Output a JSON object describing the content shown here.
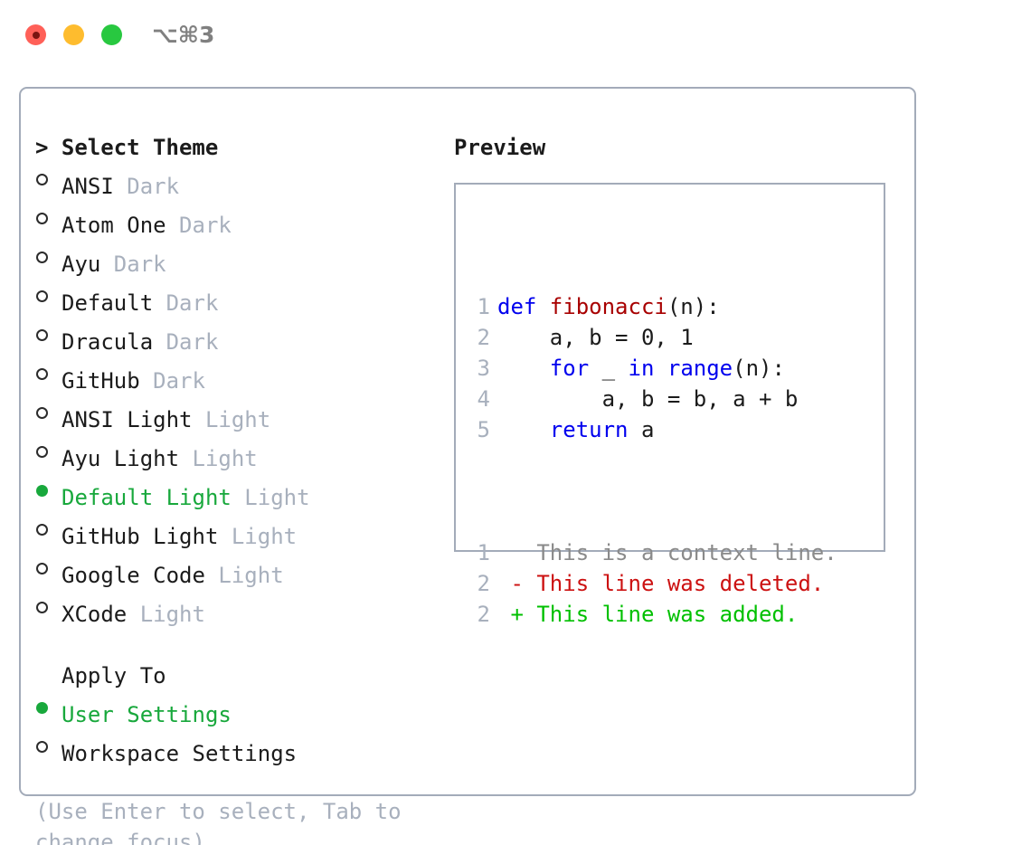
{
  "window": {
    "title": "⌥⌘3",
    "traffic_lights": [
      {
        "name": "close-button",
        "color": "#ff6058"
      },
      {
        "name": "minimize-button",
        "color": "#febc2e"
      },
      {
        "name": "maximize-button",
        "color": "#28c840"
      }
    ]
  },
  "theme_section": {
    "heading": "> Select Theme",
    "items": [
      {
        "marker": "o",
        "selected": false,
        "label": "ANSI",
        "suffix": "Dark"
      },
      {
        "marker": "o",
        "selected": false,
        "label": "Atom One",
        "suffix": "Dark"
      },
      {
        "marker": "o",
        "selected": false,
        "label": "Ayu",
        "suffix": "Dark"
      },
      {
        "marker": "o",
        "selected": false,
        "label": "Default",
        "suffix": "Dark"
      },
      {
        "marker": "o",
        "selected": false,
        "label": "Dracula",
        "suffix": "Dark"
      },
      {
        "marker": "o",
        "selected": false,
        "label": "GitHub",
        "suffix": "Dark"
      },
      {
        "marker": "o",
        "selected": false,
        "label": "ANSI Light",
        "suffix": "Light"
      },
      {
        "marker": "o",
        "selected": false,
        "label": "Ayu Light",
        "suffix": "Light"
      },
      {
        "marker": "●",
        "selected": true,
        "label": "Default Light",
        "suffix": "Light"
      },
      {
        "marker": "o",
        "selected": false,
        "label": "GitHub Light",
        "suffix": "Light"
      },
      {
        "marker": "o",
        "selected": false,
        "label": "Google Code",
        "suffix": "Light"
      },
      {
        "marker": "o",
        "selected": false,
        "label": "XCode",
        "suffix": "Light"
      }
    ]
  },
  "apply_section": {
    "heading": "Apply To",
    "items": [
      {
        "marker": "●",
        "selected": true,
        "label": "User Settings",
        "suffix": ""
      },
      {
        "marker": "o",
        "selected": false,
        "label": "Workspace Settings",
        "suffix": ""
      }
    ]
  },
  "hint": "(Use Enter to select, Tab to change focus)",
  "preview": {
    "title": "Preview",
    "code_lines": [
      {
        "num": "1",
        "segments": [
          {
            "text": "def ",
            "kind": "kw"
          },
          {
            "text": "fibonacci",
            "kind": "fn"
          },
          {
            "text": "(n):",
            "kind": "txt"
          }
        ]
      },
      {
        "num": "2",
        "segments": [
          {
            "text": "    a, b = 0, 1",
            "kind": "txt"
          }
        ]
      },
      {
        "num": "3",
        "segments": [
          {
            "text": "    ",
            "kind": "txt"
          },
          {
            "text": "for",
            "kind": "kw"
          },
          {
            "text": " _ ",
            "kind": "txt"
          },
          {
            "text": "in",
            "kind": "kw"
          },
          {
            "text": " ",
            "kind": "txt"
          },
          {
            "text": "range",
            "kind": "kw"
          },
          {
            "text": "(n):",
            "kind": "txt"
          }
        ]
      },
      {
        "num": "4",
        "segments": [
          {
            "text": "        a, b = b, a + b",
            "kind": "txt"
          }
        ]
      },
      {
        "num": "5",
        "segments": [
          {
            "text": "    ",
            "kind": "txt"
          },
          {
            "text": "return",
            "kind": "kw"
          },
          {
            "text": " a",
            "kind": "txt"
          }
        ]
      }
    ],
    "diff_lines": [
      {
        "num": "1",
        "sign": "  ",
        "text": "This is a context line.",
        "kind": "ctx"
      },
      {
        "num": "2",
        "sign": "- ",
        "text": "This line was deleted.",
        "kind": "del"
      },
      {
        "num": "2",
        "sign": "+ ",
        "text": "This line was added.",
        "kind": "add"
      }
    ]
  },
  "colors": {
    "accent_green": "#18a83c",
    "muted": "#a8b0bd",
    "border": "#a3abb9",
    "keyword": "#0000ee",
    "function": "#a80000",
    "diff_added": "#00c000",
    "diff_deleted": "#cc1111"
  }
}
